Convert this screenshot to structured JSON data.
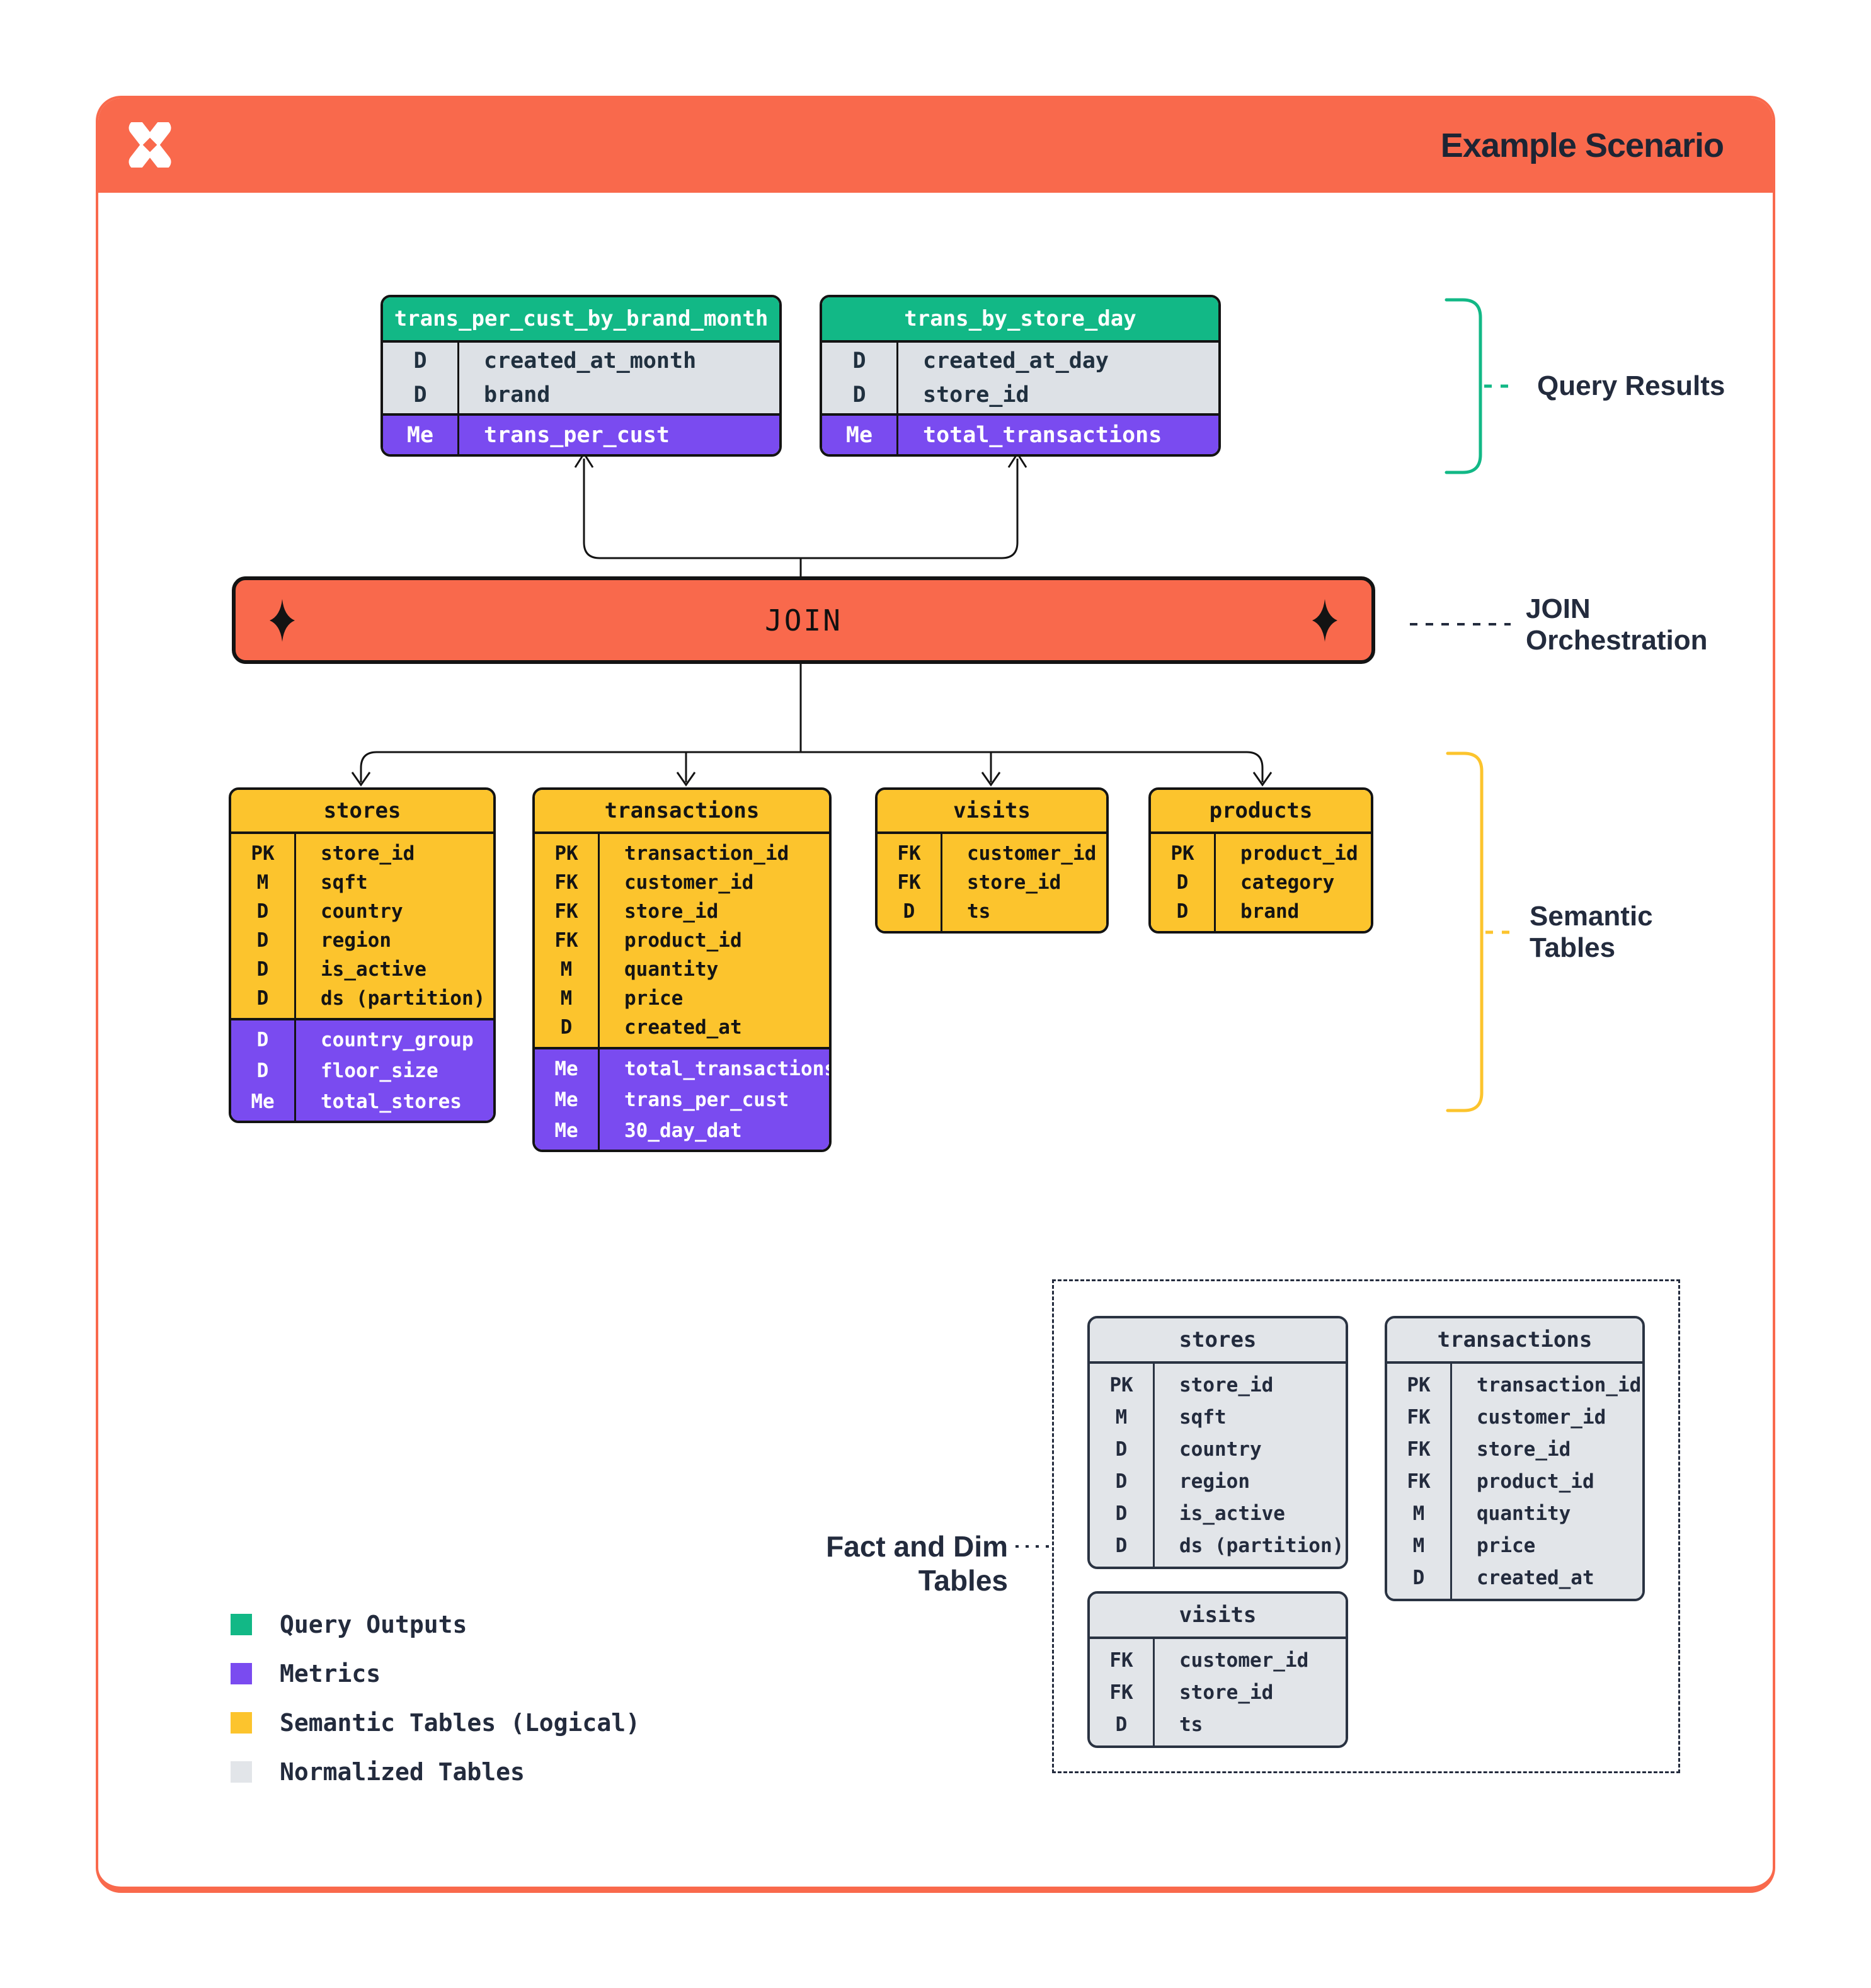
{
  "header": {
    "title": "Example Scenario",
    "logo_icon": "pinwheel-x-icon"
  },
  "join": {
    "label": "JOIN"
  },
  "side_labels": {
    "query_results": "Query Results",
    "join_orchestration": "JOIN\nOrchestration",
    "semantic_tables": "Semantic\nTables",
    "fact_dim": "Fact and Dim Tables"
  },
  "query_results_tables": [
    {
      "name": "trans_per_cust_by_brand_month",
      "fields": [
        [
          "D",
          "created_at_month"
        ],
        [
          "D",
          "brand"
        ]
      ],
      "metrics": [
        [
          "Me",
          "trans_per_cust"
        ]
      ]
    },
    {
      "name": "trans_by_store_day",
      "fields": [
        [
          "D",
          "created_at_day"
        ],
        [
          "D",
          "store_id"
        ]
      ],
      "metrics": [
        [
          "Me",
          "total_transactions"
        ]
      ]
    }
  ],
  "semantic_tables": [
    {
      "name": "stores",
      "fields": [
        [
          "PK",
          "store_id"
        ],
        [
          "M",
          "sqft"
        ],
        [
          "D",
          "country"
        ],
        [
          "D",
          "region"
        ],
        [
          "D",
          "is_active"
        ],
        [
          "D",
          "ds (partition)"
        ]
      ],
      "metrics": [
        [
          "D",
          "country_group"
        ],
        [
          "D",
          "floor_size"
        ],
        [
          "Me",
          "total_stores"
        ]
      ]
    },
    {
      "name": "transactions",
      "fields": [
        [
          "PK",
          "transaction_id"
        ],
        [
          "FK",
          "customer_id"
        ],
        [
          "FK",
          "store_id"
        ],
        [
          "FK",
          "product_id"
        ],
        [
          "M",
          "quantity"
        ],
        [
          "M",
          "price"
        ],
        [
          "D",
          "created_at"
        ]
      ],
      "metrics": [
        [
          "Me",
          "total_transactions"
        ],
        [
          "Me",
          "trans_per_cust"
        ],
        [
          "Me",
          "30_day_dat"
        ]
      ]
    },
    {
      "name": "visits",
      "fields": [
        [
          "FK",
          "customer_id"
        ],
        [
          "FK",
          "store_id"
        ],
        [
          "D",
          "ts"
        ]
      ],
      "metrics": []
    },
    {
      "name": "products",
      "fields": [
        [
          "PK",
          "product_id"
        ],
        [
          "D",
          "category"
        ],
        [
          "D",
          "brand"
        ]
      ],
      "metrics": []
    }
  ],
  "normalized_tables": [
    {
      "name": "stores",
      "fields": [
        [
          "PK",
          "store_id"
        ],
        [
          "M",
          "sqft"
        ],
        [
          "D",
          "country"
        ],
        [
          "D",
          "region"
        ],
        [
          "D",
          "is_active"
        ],
        [
          "D",
          "ds (partition)"
        ]
      ]
    },
    {
      "name": "transactions",
      "fields": [
        [
          "PK",
          "transaction_id"
        ],
        [
          "FK",
          "customer_id"
        ],
        [
          "FK",
          "store_id"
        ],
        [
          "FK",
          "product_id"
        ],
        [
          "M",
          "quantity"
        ],
        [
          "M",
          "price"
        ],
        [
          "D",
          "created_at"
        ]
      ]
    },
    {
      "name": "visits",
      "fields": [
        [
          "FK",
          "customer_id"
        ],
        [
          "FK",
          "store_id"
        ],
        [
          "D",
          "ts"
        ]
      ]
    }
  ],
  "legend": [
    {
      "label": "Query Outputs",
      "color": "#12b886"
    },
    {
      "label": "Metrics",
      "color": "#7a4bf0"
    },
    {
      "label": "Semantic Tables (Logical)",
      "color": "#fcc42d"
    },
    {
      "label": "Normalized Tables",
      "color": "#e2e5e9"
    }
  ],
  "colors": {
    "orange": "#f9694c",
    "green": "#12b886",
    "purple": "#7a4bf0",
    "yellow": "#fcc42d",
    "graytbl": "#e2e5e9",
    "navy": "#232b3d"
  }
}
